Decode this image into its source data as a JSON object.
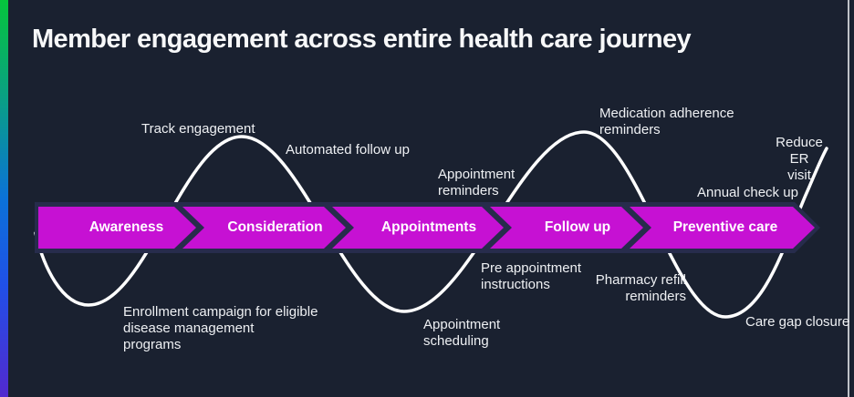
{
  "page": {
    "title": "Member engagement across entire health care journey"
  },
  "colors": {
    "background": "#1a2130",
    "arrow_fill": "#c611d3",
    "arrow_outline": "#272c4c",
    "wave": "#ffffff",
    "accent_strip_top": "#06c53c",
    "accent_strip_middle": "#0b72d8",
    "accent_strip_bottom": "#5229cf",
    "text": "#eef0f3"
  },
  "stages": [
    {
      "label": "Awareness"
    },
    {
      "label": "Consideration"
    },
    {
      "label": "Appointments"
    },
    {
      "label": "Follow up"
    },
    {
      "label": "Preventive care"
    }
  ],
  "annotations": {
    "track_engagement": "Track engagement",
    "automated_follow_up": "Automated follow up",
    "appointment_reminders": "Appointment\nreminders",
    "medication_adherence_reminders": "Medication adherence\nreminders",
    "reduce_er_visit": "Reduce ER\nvisit",
    "annual_check_up": "Annual check up",
    "enrollment_campaign": "Enrollment campaign for eligible\ndisease management\nprograms",
    "appointment_scheduling": "Appointment\nscheduling",
    "pre_appointment_instructions": "Pre appointment\ninstructions",
    "pharmacy_refill_reminders": "Pharmacy refill\nreminders",
    "care_gap_closure": "Care gap closure"
  }
}
